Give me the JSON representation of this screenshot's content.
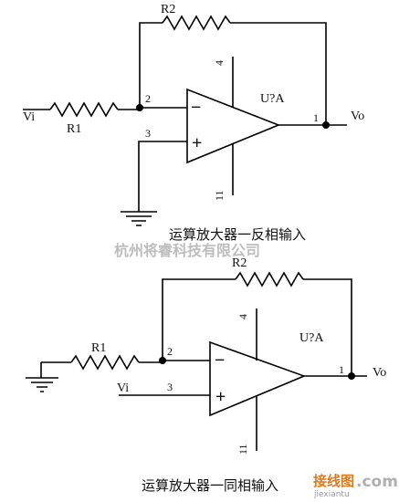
{
  "circuit_inverting": {
    "vin_label": "Vi",
    "r1_label": "R1",
    "r2_label": "R2",
    "opamp_ref": "U?A",
    "pin_inv": "2",
    "pin_noninv": "3",
    "pin_out": "1",
    "pin_vcc": "4",
    "pin_vee": "11",
    "minus_sign": "−",
    "plus_sign": "+",
    "vout_label": "Vo",
    "caption": "运算放大器一反相输入"
  },
  "circuit_noninverting": {
    "vin_label": "Vi",
    "r1_label": "R1",
    "r2_label": "R2",
    "opamp_ref": "U?A",
    "pin_inv": "2",
    "pin_noninv": "3",
    "pin_out": "1",
    "pin_vcc": "4",
    "pin_vee": "11",
    "minus_sign": "−",
    "plus_sign": "+",
    "vout_label": "Vo",
    "caption": "运算放大器一同相输入"
  },
  "watermark": {
    "company": "杭州将睿科技有限公司",
    "site_text": "jiexiantu",
    "site_logo": "接线图",
    "site_domain": ".com"
  }
}
